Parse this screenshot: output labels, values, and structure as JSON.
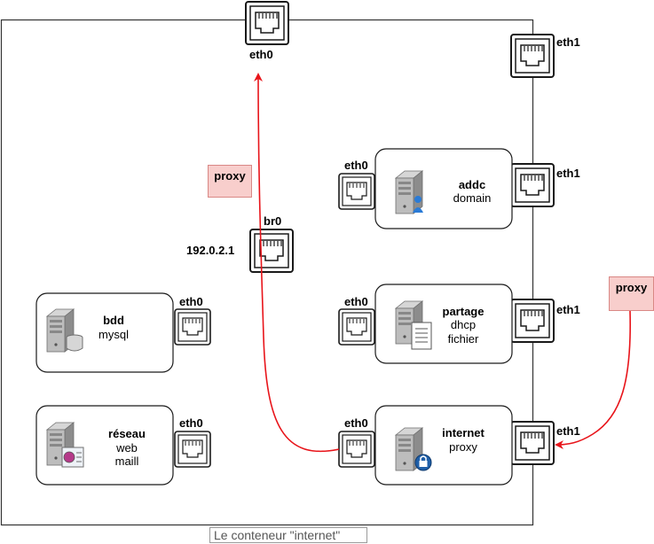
{
  "container": {
    "caption": "Le conteneur \"internet\""
  },
  "host_ports": {
    "eth0": "eth0",
    "eth1": "eth1",
    "br0": "br0",
    "br0_ip": "192.0.2.1"
  },
  "proxy_tags": [
    "proxy",
    "proxy"
  ],
  "machines": [
    {
      "id": "addc",
      "title": "addc",
      "lines": [
        "domain"
      ],
      "iface_left": "eth0",
      "iface_right": "eth1",
      "icon": "server-user-icon"
    },
    {
      "id": "partage",
      "title": "partage",
      "lines": [
        "dhcp",
        "fichier"
      ],
      "iface_left": "eth0",
      "iface_right": "eth1",
      "icon": "server-file-icon"
    },
    {
      "id": "internet",
      "title": "internet",
      "lines": [
        "proxy"
      ],
      "iface_left": "eth0",
      "iface_right": "eth1",
      "icon": "server-lock-icon"
    },
    {
      "id": "bdd",
      "title": "bdd",
      "lines": [
        "mysql"
      ],
      "iface_right": "eth0",
      "icon": "server-database-icon"
    },
    {
      "id": "reseau",
      "title": "réseau",
      "lines": [
        "web",
        "maill"
      ],
      "iface_right": "eth0",
      "icon": "server-web-icon"
    }
  ],
  "colors": {
    "arrow": "#e8141a",
    "tag_fill": "#f8cecc",
    "tag_border": "#d98885"
  }
}
